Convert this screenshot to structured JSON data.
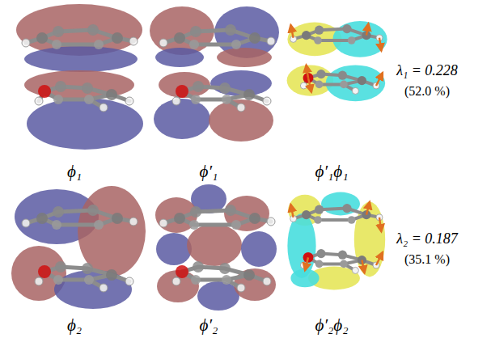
{
  "diagram": {
    "labels": [
      "ϕ₁",
      "ϕ′₁",
      "ϕ′₁ϕ₁",
      "λ₁ = 0.228",
      "(52.0 %)",
      "ϕ₂",
      "ϕ′₂",
      "ϕ′₂ϕ₂",
      "λ₂ = 0.187",
      "(35.1 %)"
    ]
  }
}
